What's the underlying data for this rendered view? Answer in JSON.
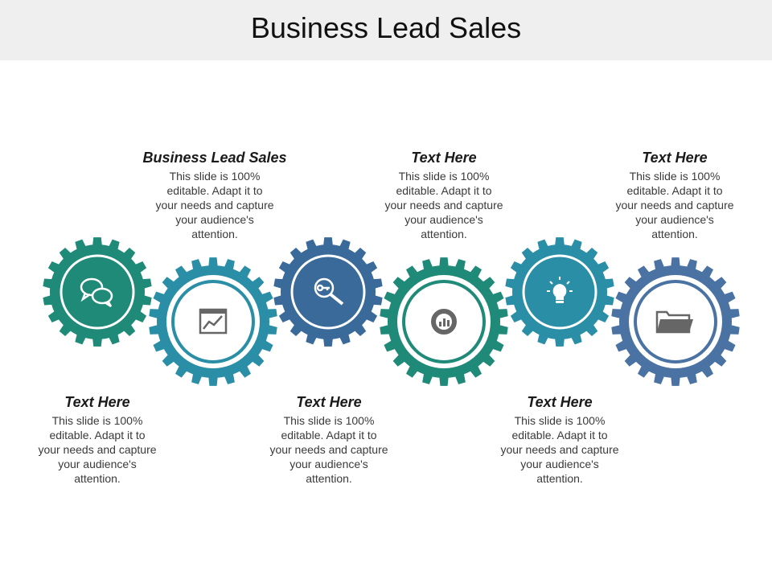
{
  "title": "Business Lead Sales",
  "colors": {
    "green": "#1f8a78",
    "teal": "#2a8fa6",
    "navy": "#3a6a9a",
    "steel": "#4a72a3",
    "title_bar": "#efefef"
  },
  "gears": [
    {
      "icon": "chat-bubbles-icon",
      "color": "#1f8a78"
    },
    {
      "icon": "line-chart-icon",
      "color": "#2a8fa6"
    },
    {
      "icon": "key-magnifier-icon",
      "color": "#3a6a9a"
    },
    {
      "icon": "donut-chart-icon",
      "color": "#1f8a78"
    },
    {
      "icon": "lightbulb-icon",
      "color": "#2a8fa6"
    },
    {
      "icon": "folder-icon",
      "color": "#4a72a3"
    }
  ],
  "blocks": [
    {
      "heading": "Business Lead Sales",
      "body": "This slide is 100% editable. Adapt it to your needs and capture your audience's attention."
    },
    {
      "heading": "Text Here",
      "body": "This slide is 100% editable. Adapt it to your needs and capture your audience's attention."
    },
    {
      "heading": "Text Here",
      "body": "This slide is 100% editable. Adapt it to your needs and capture your audience's attention."
    },
    {
      "heading": "Text Here",
      "body": "This slide is 100% editable. Adapt it to your needs and capture your audience's attention."
    },
    {
      "heading": "Text Here",
      "body": "This slide is 100% editable. Adapt it to your needs and capture your audience's attention."
    },
    {
      "heading": "Text Here",
      "body": "This slide is 100% editable. Adapt it to your needs and capture your audience's attention."
    }
  ]
}
